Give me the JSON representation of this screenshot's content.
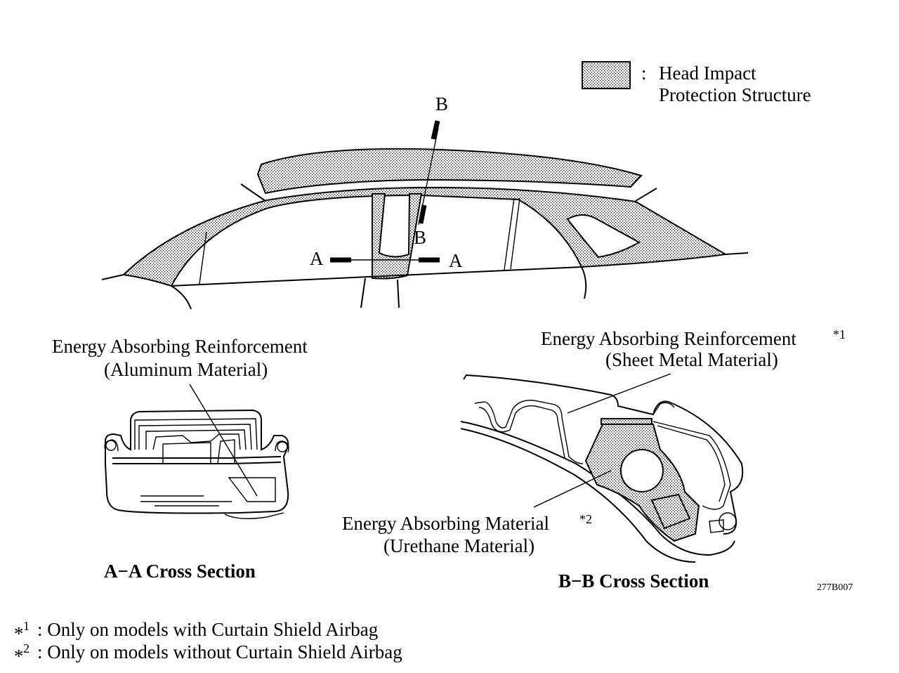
{
  "legend": {
    "separator": ":",
    "line1": "Head Impact",
    "line2": "Protection Structure"
  },
  "markers": {
    "b_top": "B",
    "b_bottom": "B",
    "a_left": "A",
    "a_right": "A"
  },
  "aa": {
    "label_line1": "Energy Absorbing Reinforcement",
    "label_line2": "(Aluminum Material)",
    "title": "A−A Cross Section"
  },
  "bb": {
    "reinf_line1": "Energy Absorbing Reinforcement",
    "reinf_sup": "*1",
    "reinf_line2": "(Sheet Metal Material)",
    "mat_line1": "Energy Absorbing Material",
    "mat_sup": "*2",
    "mat_line2": "(Urethane Material)",
    "title": "B−B Cross Section"
  },
  "figure_code": "277B007",
  "footnotes": [
    {
      "mark": "*",
      "num": "1",
      "text": ": Only on models with Curtain Shield Airbag"
    },
    {
      "mark": "*",
      "num": "2",
      "text": ": Only on models without Curtain Shield Airbag"
    }
  ]
}
